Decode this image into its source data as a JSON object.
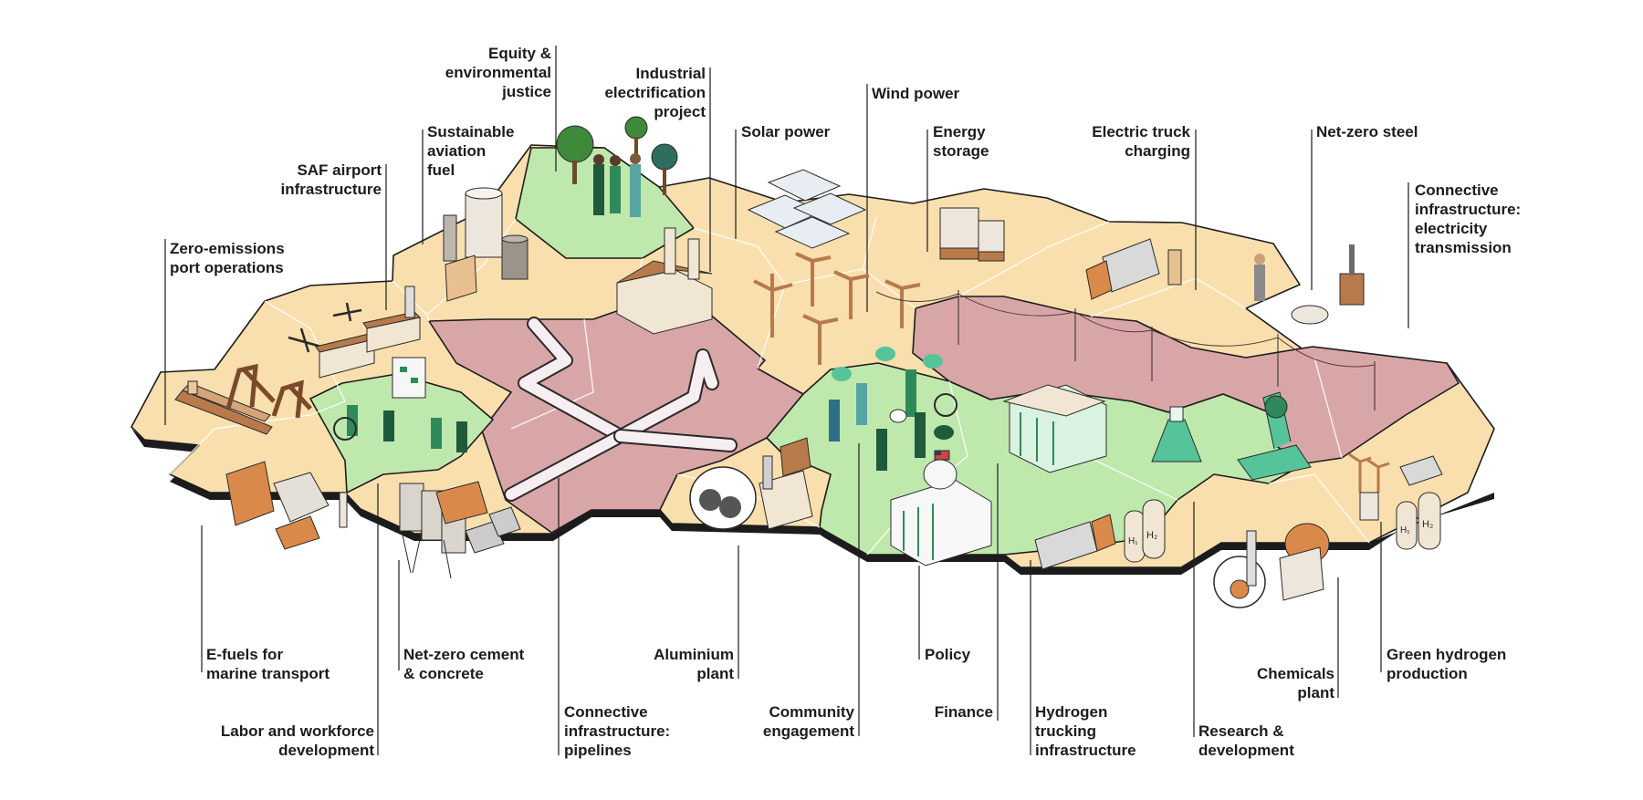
{
  "labels": {
    "zero_emissions_port": "Zero-emissions\nport operations",
    "saf_airport": "SAF airport\ninfrastructure",
    "sustainable_aviation_fuel": "Sustainable\naviation\nfuel",
    "equity_justice": "Equity &\nenvironmental\njustice",
    "industrial_electrification": "Industrial\nelectrification\nproject",
    "solar_power": "Solar power",
    "wind_power": "Wind power",
    "energy_storage": "Energy\nstorage",
    "electric_truck_charging": "Electric truck\ncharging",
    "net_zero_steel": "Net-zero steel",
    "electricity_transmission": "Connective\ninfrastructure:\nelectricity\ntransmission",
    "e_fuels": "E-fuels for\nmarine transport",
    "labor_workforce": "Labor and workforce\ndevelopment",
    "net_zero_cement": "Net-zero cement\n& concrete",
    "pipelines": "Connective\ninfrastructure:\npipelines",
    "aluminium_plant": "Aluminium\nplant",
    "community_engagement": "Community\nengagement",
    "policy": "Policy",
    "finance": "Finance",
    "hydrogen_trucking": "Hydrogen\ntrucking\ninfrastructure",
    "research_development": "Research &\ndevelopment",
    "chemicals_plant": "Chemicals\nplant",
    "green_hydrogen": "Green hydrogen\nproduction"
  },
  "marks": {
    "h1": "H₁",
    "h2": "H₂"
  },
  "colors": {
    "cream_tile": "#f8dfad",
    "green_tile": "#bfe8ad",
    "pink_tile": "#d9a6a8",
    "outline": "#1c1c1c",
    "brown_icon": "#b87a4b",
    "green_icon": "#2e8a5a"
  }
}
